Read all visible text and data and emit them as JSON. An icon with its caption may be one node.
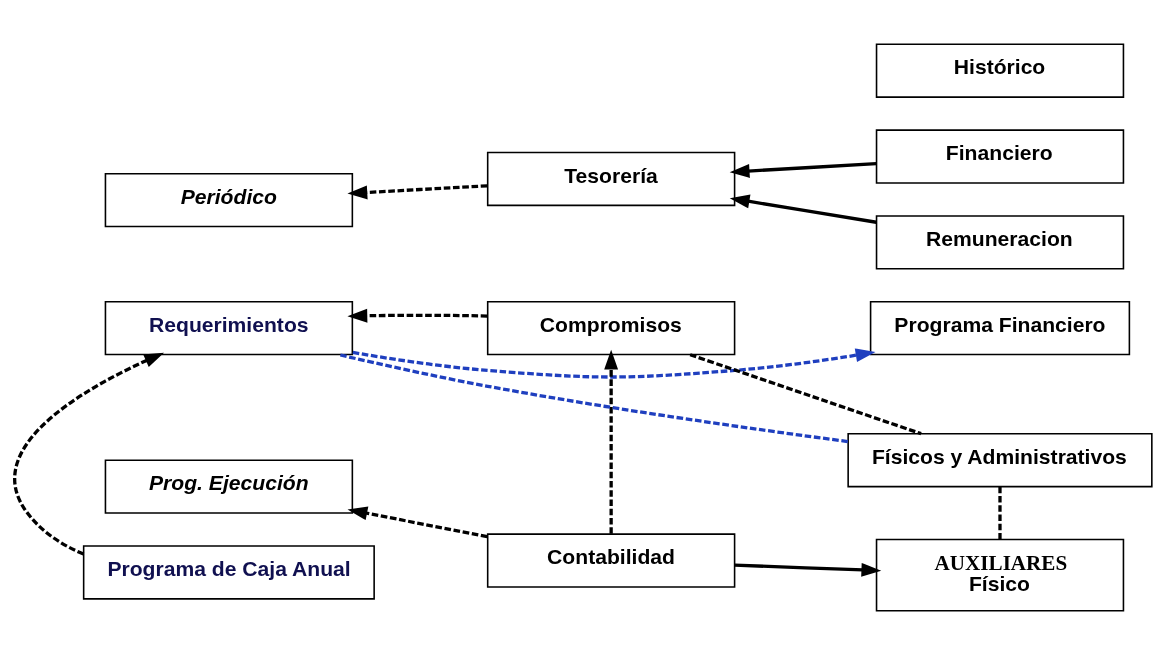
{
  "diagram": {
    "nodes": [
      {
        "text": [
          "Programa Financiero"
        ]
      },
      {
        "text": [
          "Histórico"
        ]
      },
      {
        "text": [
          "Físicos y Administrativos"
        ]
      },
      {
        "text": [
          "Compromisos"
        ]
      },
      {
        "text": [
          "Requerimientos"
        ]
      },
      {
        "text": [
          "Prog. Ejecución"
        ]
      },
      {
        "text": [
          "Contabilidad"
        ]
      },
      {
        "text": [
          "AUXILIARES",
          "Físico"
        ]
      },
      {
        "text": [
          "Financiero"
        ]
      },
      {
        "text": [
          "Remuneracion"
        ]
      },
      {
        "text": [
          "Programa de Caja Anual"
        ]
      },
      {
        "text": [
          "Periódico"
        ]
      },
      {
        "text": [
          "Tesorería"
        ]
      }
    ],
    "edges": [
      {
        "from": 4,
        "to": 0,
        "arrow": "to",
        "style": "dashed",
        "color": "#1f3fbf"
      },
      {
        "from": 2,
        "to": 4,
        "arrow": "none",
        "style": "dashed",
        "color": "#1f3fbf"
      },
      {
        "from": 3,
        "to": 4,
        "arrow": "to",
        "style": "dashed"
      },
      {
        "from": 3,
        "to": 2,
        "arrow": "none",
        "style": "dashed"
      },
      {
        "from": 2,
        "to": 7,
        "arrow": "none",
        "style": "dashed"
      },
      {
        "from": 6,
        "to": 3,
        "arrow": "to",
        "style": "dashed"
      },
      {
        "from": 6,
        "to": 5,
        "arrow": "to",
        "style": "dashed"
      },
      {
        "from": 6,
        "to": 7,
        "arrow": "to"
      },
      {
        "from": 10,
        "to": 4,
        "arrow": "to",
        "style": "dashed"
      },
      {
        "from": 8,
        "to": 12,
        "arrow": "to"
      },
      {
        "from": 9,
        "to": 12,
        "arrow": "to"
      },
      {
        "from": 12,
        "to": 11,
        "arrow": "to",
        "style": "dashed"
      }
    ]
  }
}
